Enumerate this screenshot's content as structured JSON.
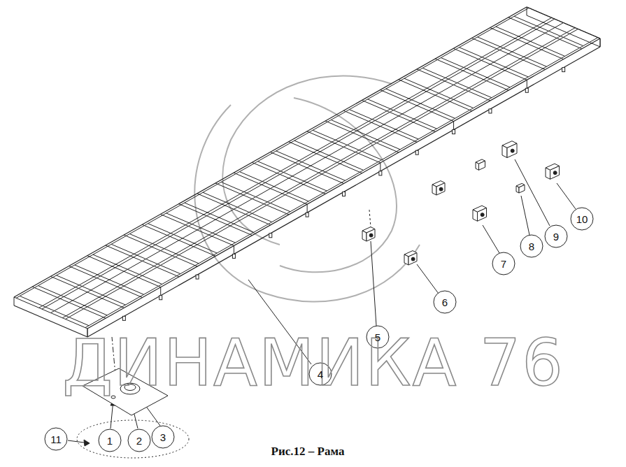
{
  "diagram": {
    "caption": "Рис.12 – Рама",
    "labels": [
      "ДИНАМИКА 76",
      "1",
      "2",
      "3",
      "4",
      "5",
      "6",
      "7",
      "8",
      "9",
      "10",
      "11"
    ]
  }
}
